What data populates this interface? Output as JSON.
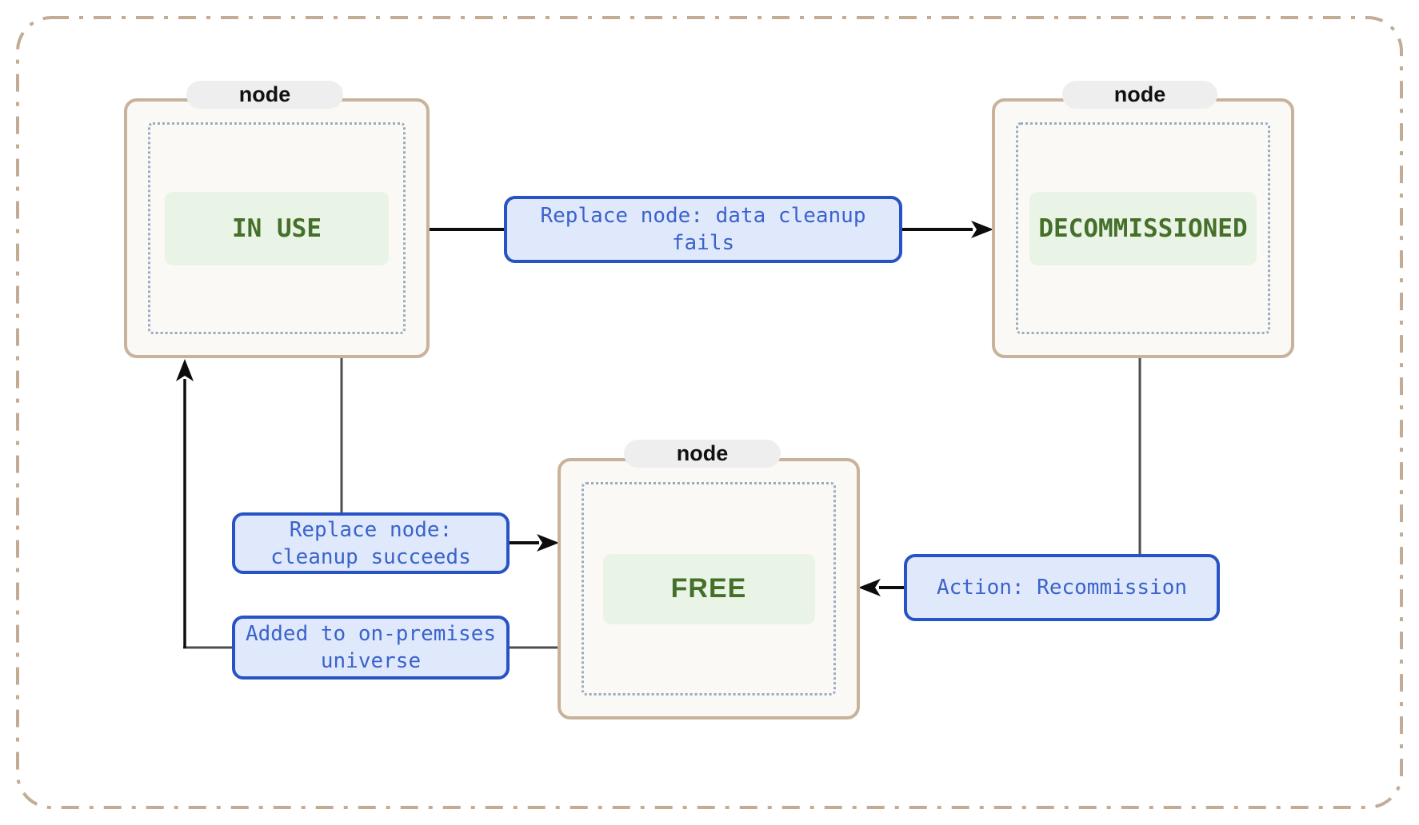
{
  "page": {
    "type": "state-diagram-screenshot",
    "background": "#ffffff"
  },
  "diagram": {
    "nodes": [
      {
        "id": "in-use",
        "tab_label": "node",
        "state": "IN USE"
      },
      {
        "id": "decommissioned",
        "tab_label": "node",
        "state": "DECOMMISSIONED"
      },
      {
        "id": "free",
        "tab_label": "node",
        "state": "FREE"
      }
    ],
    "edges": [
      {
        "id": "in-use-to-decommissioned",
        "from": "IN USE",
        "to": "DECOMMISSIONED",
        "label": "Replace node: data cleanup\nfails"
      },
      {
        "id": "in-use-to-free",
        "from": "IN USE",
        "to": "FREE",
        "label": "Replace node:\ncleanup succeeds"
      },
      {
        "id": "free-to-in-use",
        "from": "FREE",
        "to": "IN USE",
        "label": "Added to on-premises\nuniverse"
      },
      {
        "id": "decommissioned-to-free",
        "from": "DECOMMISSIONED",
        "to": "FREE",
        "label": "Action: Recommission"
      }
    ],
    "colors": {
      "outer_dashed_border": "#c3ac96",
      "node_border": "#c8b29c",
      "node_fill": "#faf9f5",
      "tab_fill": "#eeeeee",
      "tab_text": "#111111",
      "state_text": "#45702a",
      "state_pill_fill": "#eaf4e6",
      "dotted_inner_border": "#99abc2",
      "edge_label_border": "#2853c4",
      "edge_label_fill": "#e0e9fb",
      "edge_label_text": "#3a63cc",
      "arrow_line": "#0d0d0d",
      "plain_line": "#4d4d4d"
    }
  }
}
